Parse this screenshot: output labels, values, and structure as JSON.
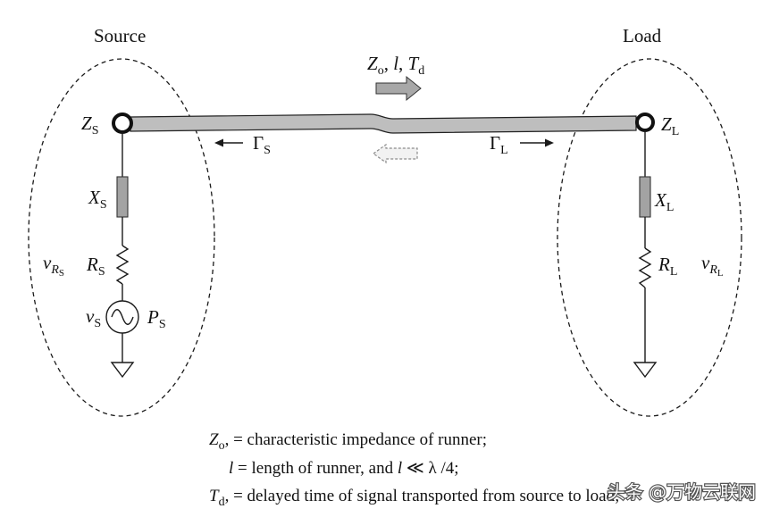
{
  "titles": {
    "source": "Source",
    "load": "Load"
  },
  "runner_params": {
    "z": "Z",
    "z_sub": "o",
    "sep1": ", ",
    "l": "l",
    "sep2": ", ",
    "t": "T",
    "t_sub": "d"
  },
  "source_side": {
    "z": {
      "main": "Z",
      "sub": "S"
    },
    "gamma": {
      "main": "Γ",
      "sub": "S"
    },
    "x": {
      "main": "X",
      "sub": "S"
    },
    "r": {
      "main": "R",
      "sub": "S"
    },
    "v": {
      "main": "v",
      "sub": "S"
    },
    "p": {
      "main": "P",
      "sub": "S"
    },
    "v_r": {
      "main": "v",
      "sub": "R",
      "subsub": "S"
    }
  },
  "load_side": {
    "z": {
      "main": "Z",
      "sub": "L"
    },
    "gamma": {
      "main": "Γ",
      "sub": "L"
    },
    "x": {
      "main": "X",
      "sub": "L"
    },
    "r": {
      "main": "R",
      "sub": "L"
    },
    "v_r": {
      "main": "v",
      "sub": "R",
      "subsub": "L"
    }
  },
  "legend": [
    {
      "sym": "Z",
      "sub": "o",
      "text": ", = characteristic impedance of runner;"
    },
    {
      "sym": "l",
      "text1": " = length of runner, and ",
      "sym2": "l",
      "text2": " ≪ λ /4;"
    },
    {
      "sym": "T",
      "sub": "d",
      "text": ", = delayed time of signal transported from source to load;"
    }
  ],
  "watermark": "头条 @万物云联网"
}
